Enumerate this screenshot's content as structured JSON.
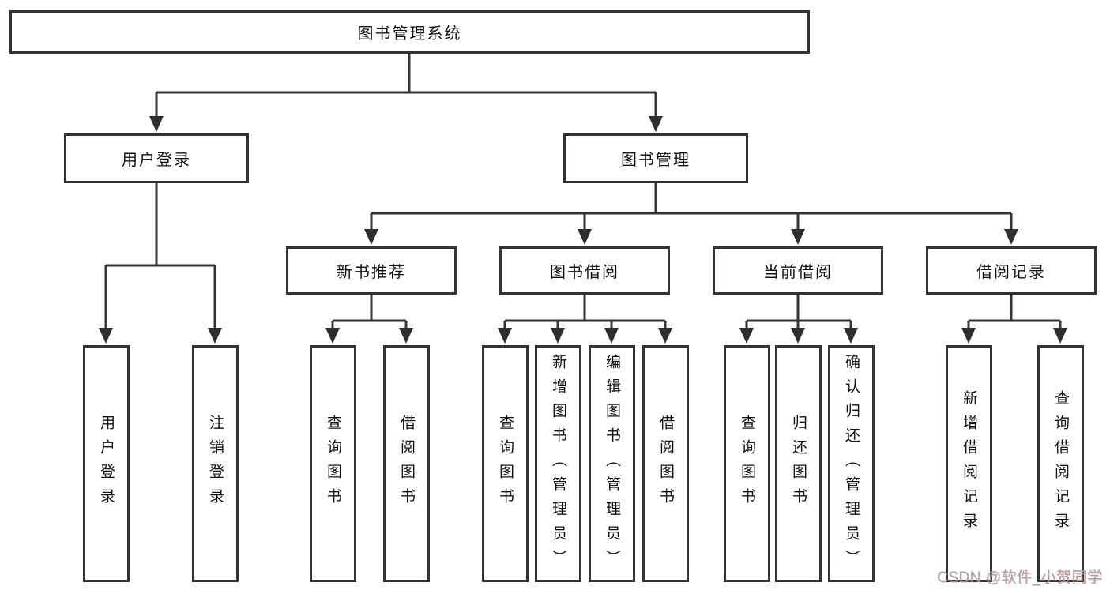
{
  "tree": {
    "root": "图书管理系统",
    "level1": [
      {
        "label": "用户登录",
        "leaves": [
          "用户登录",
          "注销登录"
        ]
      },
      {
        "label": "图书管理",
        "groups": [
          {
            "label": "新书推荐",
            "leaves": [
              "查询图书",
              "借阅图书"
            ]
          },
          {
            "label": "图书借阅",
            "leaves": [
              "查询图书",
              "新增图书（管理员）",
              "编辑图书（管理员）",
              "借阅图书"
            ]
          },
          {
            "label": "当前借阅",
            "leaves": [
              "查询图书",
              "归还图书",
              "确认归还（管理员）"
            ]
          },
          {
            "label": "借阅记录",
            "leaves": [
              "新增借阅记录",
              "查询借阅记录"
            ]
          }
        ]
      }
    ]
  },
  "watermark": {
    "text": "CSDN @软件_小贺同学"
  },
  "colors": {
    "line": "#333333",
    "arrowhead": "#2e2e2e",
    "box_border": "#333333",
    "box_fill": "#ffffff",
    "text": "#111111",
    "watermark_gray": "#9e9e9e",
    "watermark_pink": "#e79c9c",
    "background": "#ffffff"
  }
}
